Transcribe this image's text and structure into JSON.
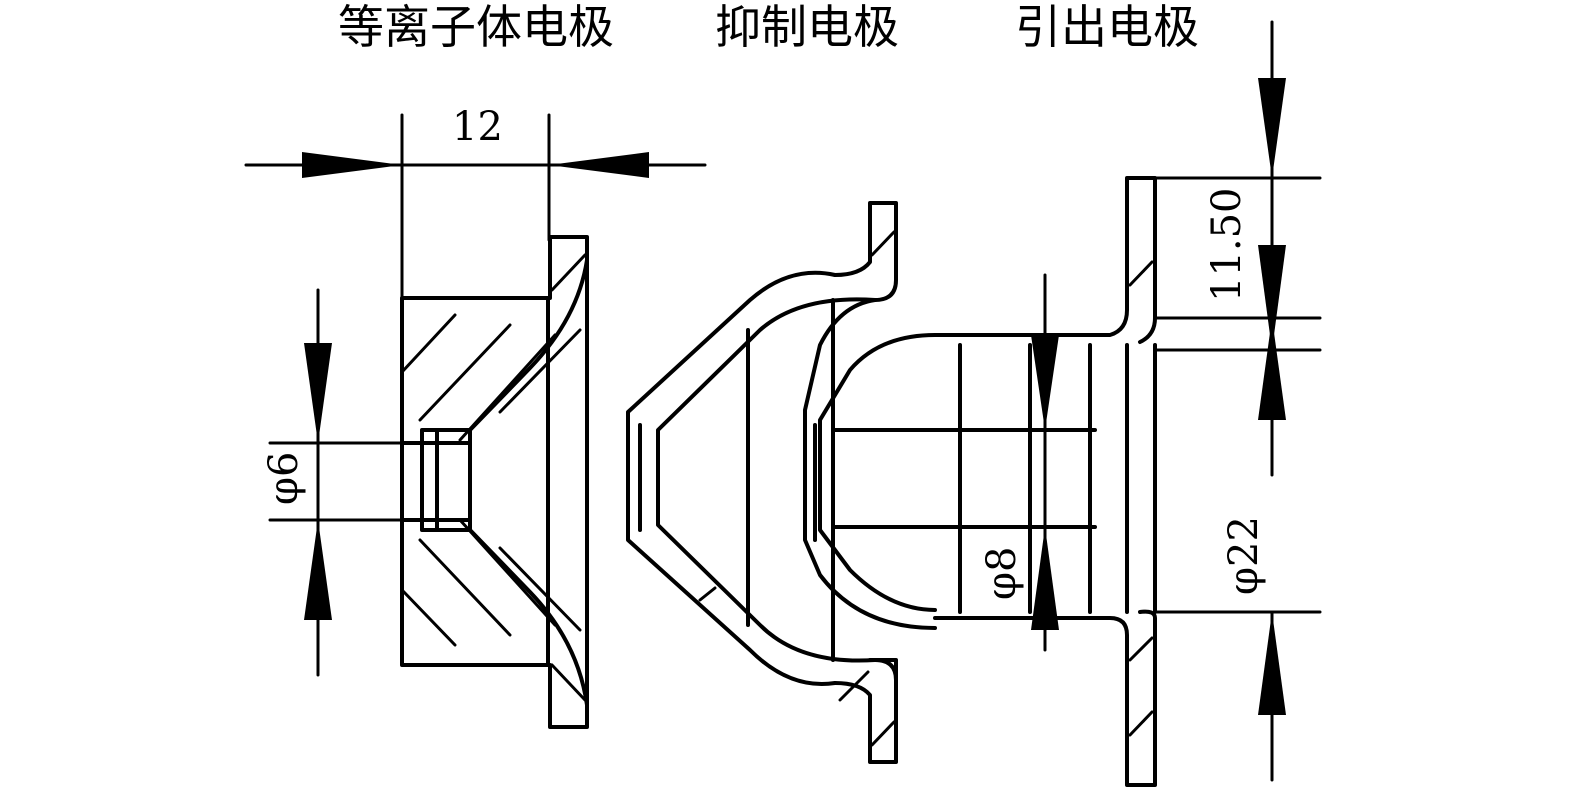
{
  "labels": {
    "plasma_electrode": "等离子体电极",
    "suppression_electrode": "抑制电极",
    "extraction_electrode": "引出电极"
  },
  "dimensions": {
    "plasma_width": "12",
    "plasma_aperture": "φ6",
    "suppression_aperture": "φ8",
    "extraction_aperture": "φ22",
    "extraction_thickness": "11.50"
  }
}
